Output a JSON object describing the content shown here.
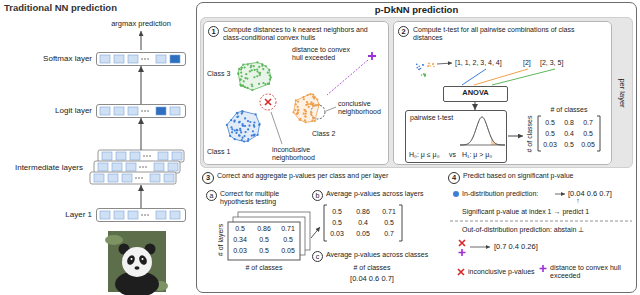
{
  "diagram": {
    "nodes": [
      {
        "text": [
          "Softmax layer"
        ]
      },
      {
        "text": [
          "Logit layer"
        ]
      },
      {
        "text": [
          "Intermediate layers"
        ]
      },
      {
        "text": [
          "Layer 1"
        ]
      },
      {
        "text": [
          "p-DkNN prediction"
        ]
      },
      {
        "text": [
          "per layer"
        ],
        "in": 4
      },
      {
        "text": [
          "1",
          "Compute distances to k nearest neighbors and class-conditional convex hulls"
        ],
        "in": 5
      },
      {
        "text": [
          "2",
          "Compute t-test for all pairwise combinations of class distances"
        ],
        "in": 5
      },
      {
        "text": [
          "ANOVA"
        ],
        "in": 7
      },
      {
        "text": [
          "pairwise t-test",
          "H₀: μ ≤ μ₀",
          "vs",
          "H₁: μ > μ₀"
        ],
        "in": 7
      },
      {
        "text": [
          "3",
          "Correct and aggregate p-values per class and per layer"
        ],
        "in": 4
      },
      {
        "text": [
          "a",
          "Correct for multiple hypothesis testing"
        ],
        "in": 4
      },
      {
        "text": [
          "b",
          "Average p-values across layers"
        ],
        "in": 4
      },
      {
        "text": [
          "c",
          "Average p-values across classes"
        ],
        "in": 4
      },
      {
        "text": [
          "4",
          "Predict based on significant p-value"
        ],
        "in": 4
      }
    ],
    "edges": [
      {
        "from": 3,
        "to": 2,
        "arrow": "to"
      },
      {
        "from": 2,
        "to": 1,
        "arrow": "to"
      },
      {
        "from": 1,
        "to": 0,
        "arrow": "to"
      },
      {
        "from": 8,
        "to": 9,
        "arrow": "to"
      }
    ],
    "labels": [
      "Traditional NN prediction",
      "argmax prediction",
      "Class 3",
      "Class 1",
      "Class 2",
      "conclusive neighborhood",
      "inconclusive neighborhood",
      "distance to convex hull exceeded",
      "[1, 1, 2, 3, 4, 4]",
      "[2]",
      "[2, 3, 5]",
      "# of classes",
      "# of classes",
      "0.5",
      "0.8",
      "0.7",
      "0.5",
      "0.4",
      "0.5",
      "0.03",
      "0.5",
      "0.05",
      "# of layers",
      "0.5",
      "0.86",
      "0.71",
      "0.34",
      "0.5",
      "0.5",
      "0.03",
      "0.5",
      "0.05",
      "# of classes",
      "0.5",
      "0.86",
      "0.71",
      "0.5",
      "0.4",
      "0.5",
      "0.03",
      "0.05",
      "0.7",
      "# of classes",
      "[0.04 0.6 0.7]",
      "In-distribution prediction:",
      "[0.04 0.6 0.7]",
      "↑",
      "Significant p-value at index 1 → predict 1",
      "Out-of-distribution prediction: abstain ⊥",
      "[0.7 0.4 0.26]",
      "inconclusive p-values",
      "distance to convex hull exceeded"
    ]
  }
}
